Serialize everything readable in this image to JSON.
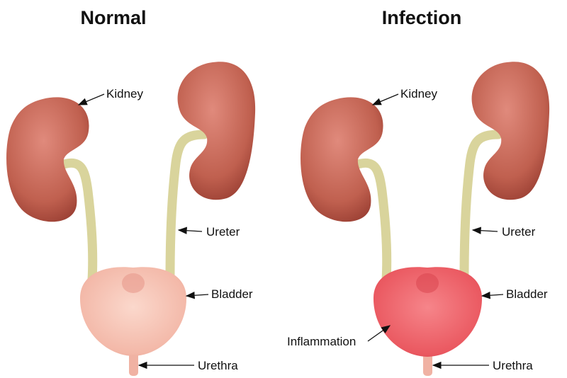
{
  "panels": [
    {
      "title": "Normal",
      "labels": {
        "kidney": "Kidney",
        "ureter": "Ureter",
        "bladder": "Bladder",
        "urethra": "Urethra"
      },
      "bladder_color": "#f3bcae"
    },
    {
      "title": "Infection",
      "labels": {
        "kidney": "Kidney",
        "ureter": "Ureter",
        "bladder": "Bladder",
        "urethra": "Urethra",
        "inflammation": "Inflammation"
      },
      "bladder_color": "#ec5d63"
    }
  ],
  "colors": {
    "kidney": "#c8665a",
    "ureter": "#d9d49c"
  }
}
